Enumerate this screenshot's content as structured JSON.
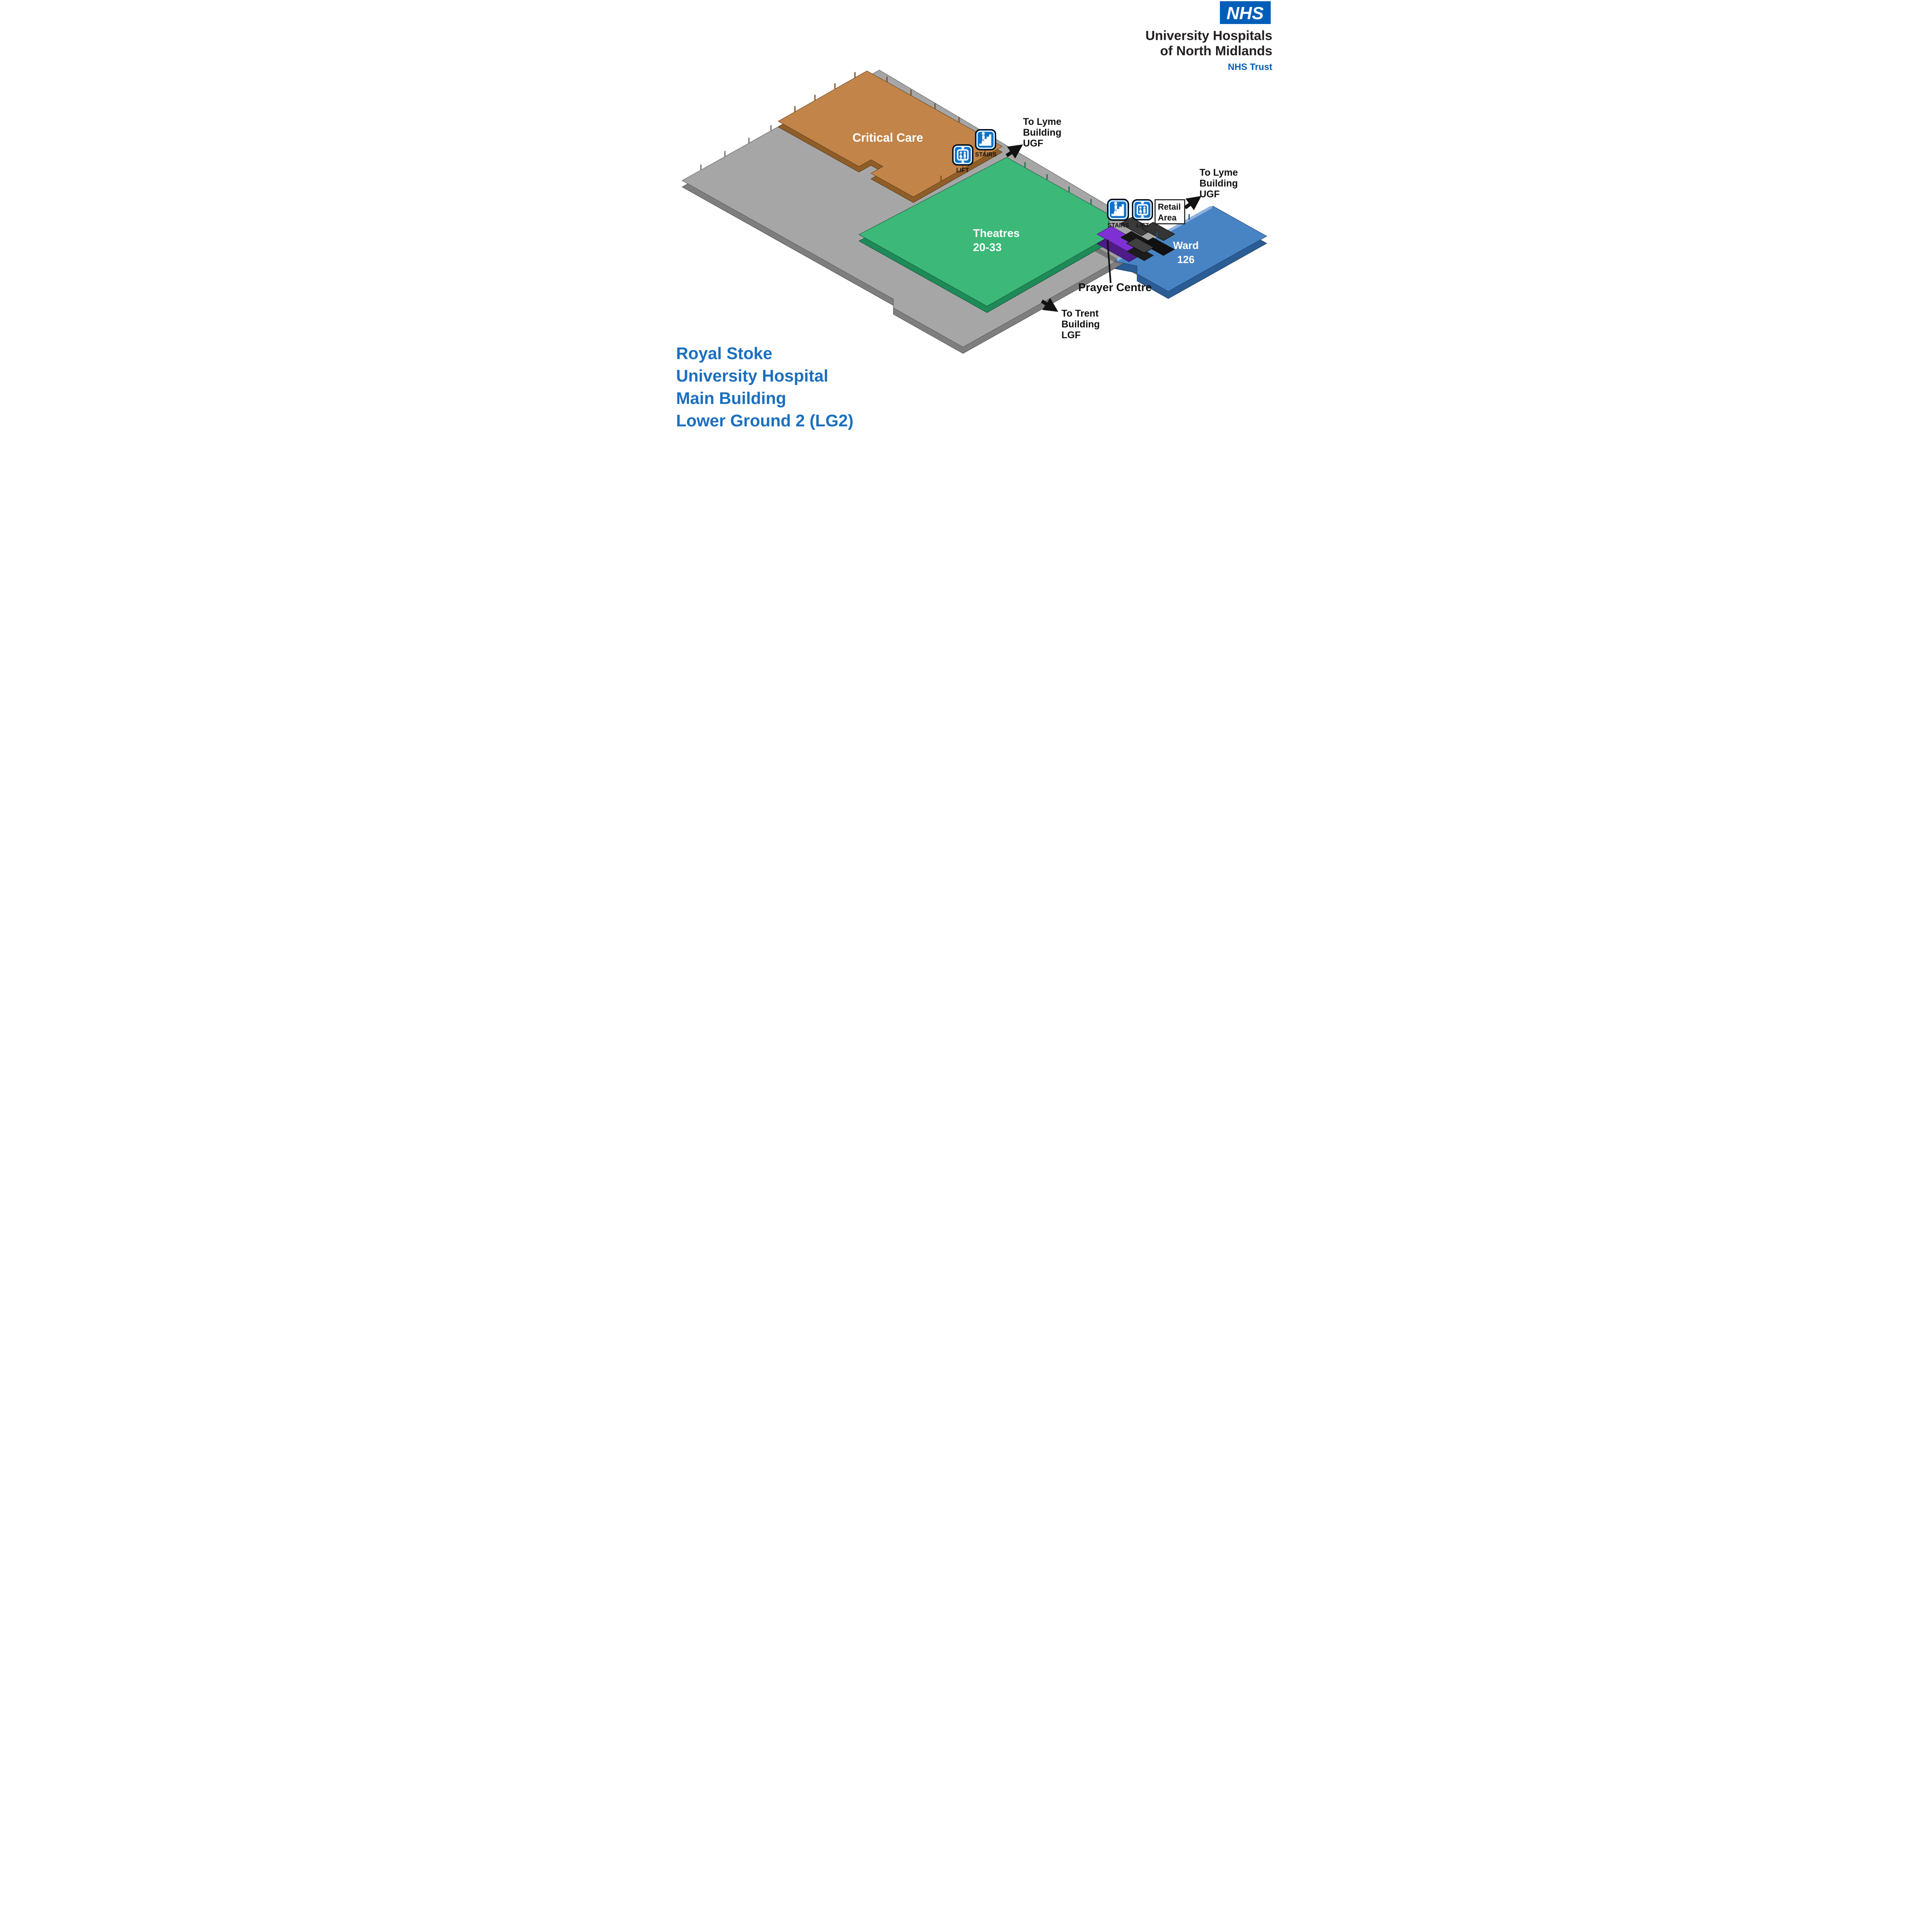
{
  "logo": {
    "nhs": "NHS",
    "org_line1": "University Hospitals",
    "org_line2": "of North Midlands",
    "trust": "NHS Trust"
  },
  "page_title": {
    "line1": "Royal Stoke",
    "line2": "University Hospital",
    "line3": "Main Building",
    "line4": "Lower Ground 2 (LG2)"
  },
  "areas": {
    "critical_care": {
      "label": "Critical Care",
      "color": "#C28449"
    },
    "theatres": {
      "label_line1": "Theatres",
      "label_line2": "20-33",
      "color": "#3CB878"
    },
    "ward_126": {
      "label_line1": "Ward",
      "label_line2": "126",
      "color": "#4884C4"
    },
    "prayer_centre": {
      "label": "Prayer Centre",
      "color": "#7E30D5"
    },
    "retail": {
      "label_line1": "Retail",
      "label_line2": "Area",
      "color": "#3A3A3A"
    },
    "corridor": {
      "color": "#A6A6A6"
    }
  },
  "signs": {
    "stairs_label": "STAIRS",
    "lift_label": "LIFT",
    "sign_blue": "#1272C8"
  },
  "directions": {
    "lyme_upper": {
      "line1": "To Lyme",
      "line2": "Building",
      "line3": "UGF"
    },
    "lyme_right": {
      "line1": "To Lyme",
      "line2": "Building",
      "line3": "UGF"
    },
    "trent": {
      "line1": "To Trent",
      "line2": "Building",
      "line3": "LGF"
    }
  },
  "colors": {
    "nhs_blue": "#005EB8",
    "title_blue": "#1B6FBE"
  }
}
